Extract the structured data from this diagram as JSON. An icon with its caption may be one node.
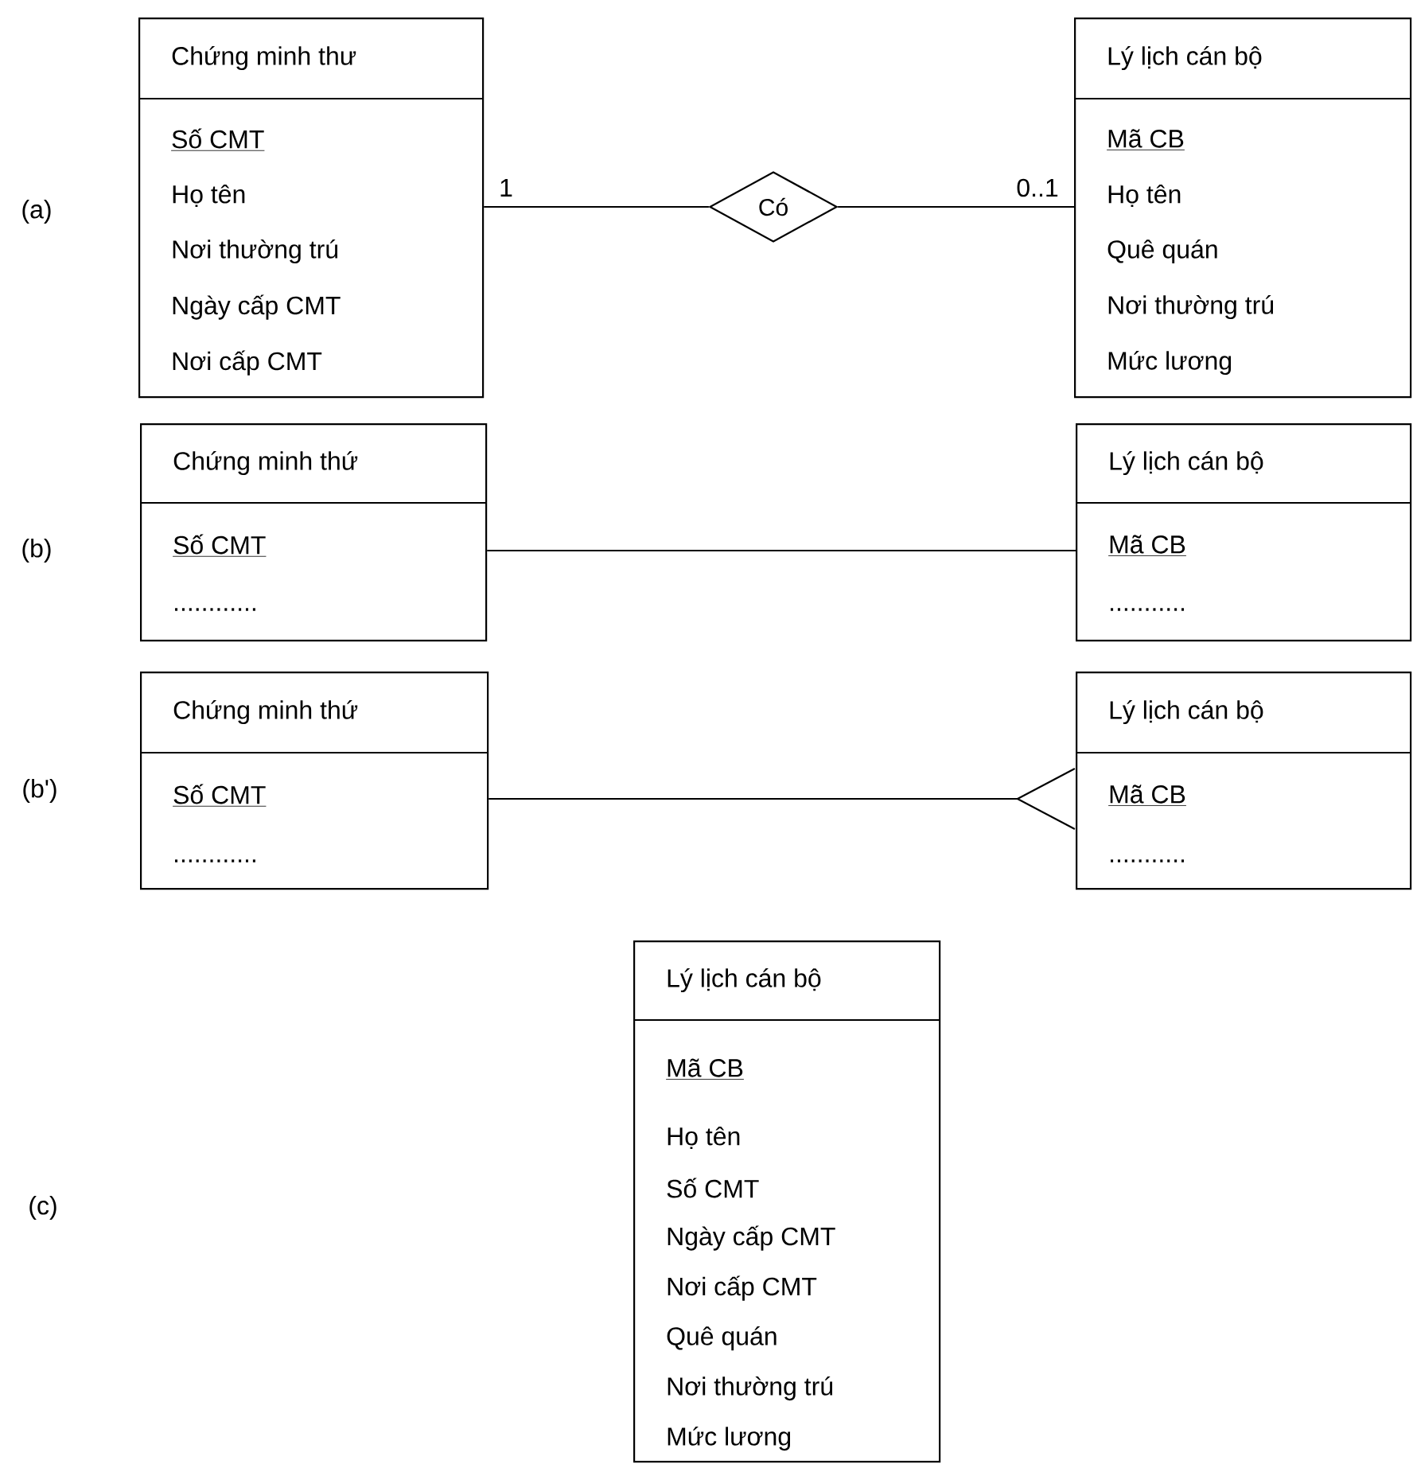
{
  "diagram": {
    "nodes": [
      {
        "text": [
          "Chứng minh thư",
          "Số CMT",
          "Họ tên",
          "Nơi thường trú",
          "Ngày cấp CMT",
          "Nơi cấp CMT"
        ]
      },
      {
        "text": [
          "Có"
        ]
      },
      {
        "text": [
          "Lý lịch cán bộ",
          "Mã CB",
          "Họ tên",
          "Quê quán",
          "Nơi thường trú",
          "Mức lương"
        ]
      },
      {
        "text": [
          "Chứng minh thứ",
          "Số CMT",
          "............"
        ]
      },
      {
        "text": [
          "Lý lịch cán bộ",
          "Mã CB",
          "..........."
        ]
      },
      {
        "text": [
          "Chứng minh thứ",
          "Số CMT",
          "............"
        ]
      },
      {
        "text": [
          "Lý lịch cán bộ",
          "Mã CB",
          "..........."
        ]
      },
      {
        "text": [
          "Lý lịch cán bộ",
          "Mã CB",
          "Họ tên",
          "Số CMT",
          "Ngày cấp CMT",
          "Nơi cấp CMT",
          "Quê quán",
          "Nơi thường trú",
          "Mức lương"
        ]
      }
    ],
    "edges": [
      {
        "from": 0,
        "to": 1,
        "arrow": "none",
        "label": "1"
      },
      {
        "from": 1,
        "to": 2,
        "arrow": "none",
        "label": "0..1"
      },
      {
        "from": 3,
        "to": 4,
        "arrow": "none"
      },
      {
        "from": 5,
        "to": 6,
        "arrow": "other"
      }
    ],
    "labels": [
      "(a)",
      "(b)",
      "(b')",
      "(c)"
    ]
  }
}
